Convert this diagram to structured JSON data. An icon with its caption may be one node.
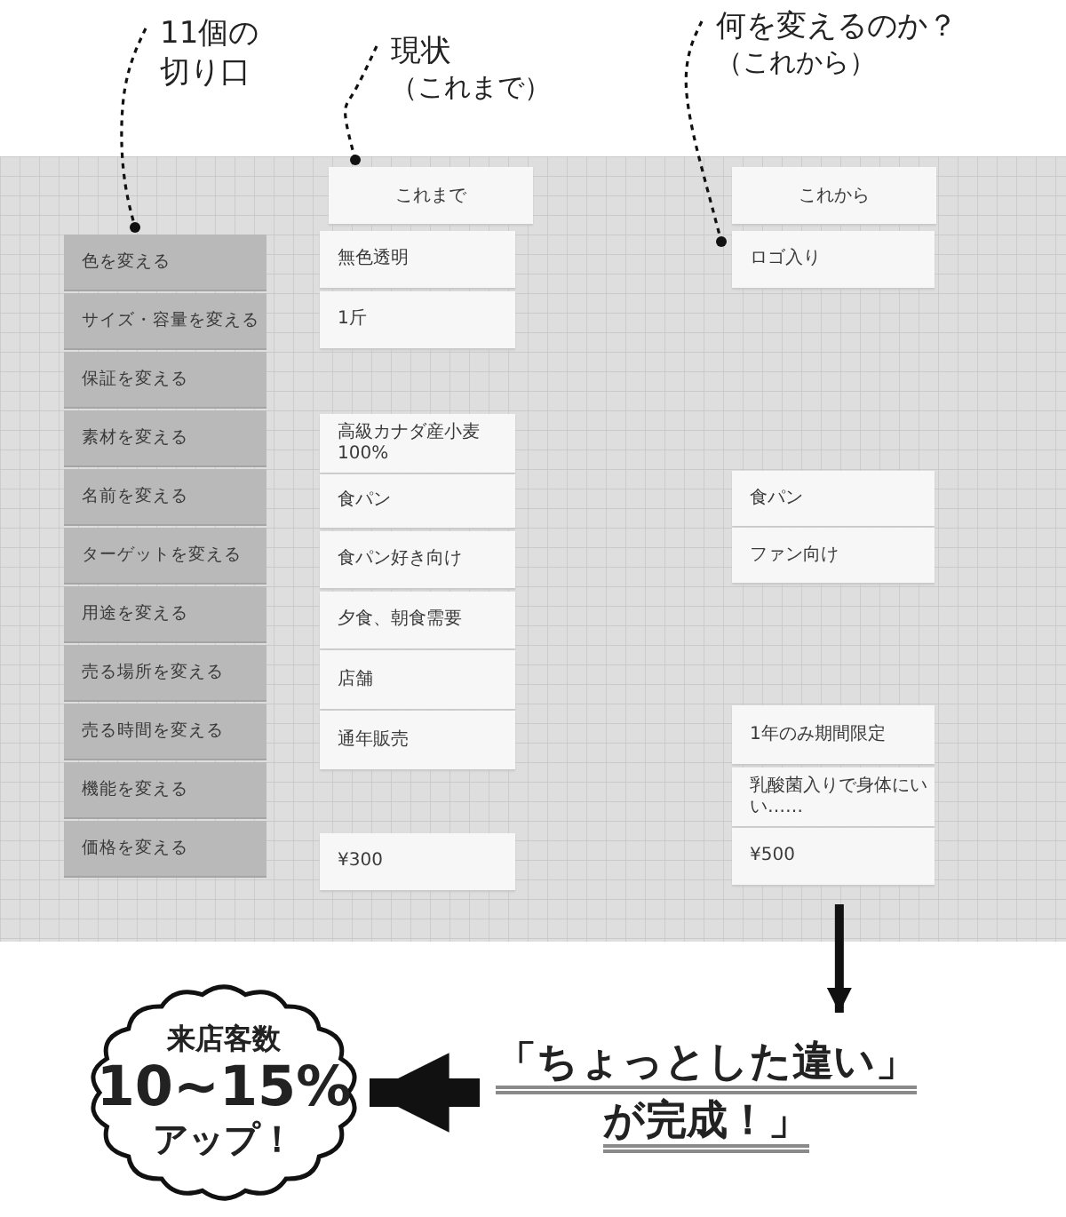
{
  "diagram": {
    "nodes": [
      {
        "text": [
          "11個の切り口"
        ]
      },
      {
        "text": [
          "現状",
          "（これまで）"
        ]
      },
      {
        "text": [
          "何を変えるのか？",
          "（これから）"
        ]
      },
      {
        "text": [
          "これまで"
        ]
      },
      {
        "text": [
          "これから"
        ]
      },
      {
        "text": [
          "色を変える"
        ]
      },
      {
        "text": [
          "サイズ・容量を変える"
        ]
      },
      {
        "text": [
          "保証を変える"
        ]
      },
      {
        "text": [
          "素材を変える"
        ]
      },
      {
        "text": [
          "名前を変える"
        ]
      },
      {
        "text": [
          "ターゲットを変える"
        ]
      },
      {
        "text": [
          "用途を変える"
        ]
      },
      {
        "text": [
          "売る場所を変える"
        ]
      },
      {
        "text": [
          "売る時間を変える"
        ]
      },
      {
        "text": [
          "機能を変える"
        ]
      },
      {
        "text": [
          "価格を変える"
        ]
      },
      {
        "text": [
          "無色透明"
        ]
      },
      {
        "text": [
          "1斤"
        ]
      },
      {
        "text": [
          "高級カナダ産小麦100%"
        ]
      },
      {
        "text": [
          "食パン"
        ]
      },
      {
        "text": [
          "食パン好き向け"
        ]
      },
      {
        "text": [
          "夕食、朝食需要"
        ]
      },
      {
        "text": [
          "店舗"
        ]
      },
      {
        "text": [
          "通年販売"
        ]
      },
      {
        "text": [
          "¥300"
        ]
      },
      {
        "text": [
          "ロゴ入り"
        ]
      },
      {
        "text": [
          "食パン"
        ]
      },
      {
        "text": [
          "ファン向け"
        ]
      },
      {
        "text": [
          "1年のみ期間限定"
        ]
      },
      {
        "text": [
          "乳酸菌入りで身体にいい……"
        ]
      },
      {
        "text": [
          "¥500"
        ]
      },
      {
        "text": [
          "「ちょっとした違い」が完成！」"
        ]
      },
      {
        "text": [
          "来店客数",
          "10~15%",
          "アップ！"
        ]
      }
    ],
    "edges": [
      {
        "from": 0,
        "to": 5,
        "arrow": "other",
        "style": "dashed"
      },
      {
        "from": 1,
        "to": 3,
        "arrow": "other",
        "style": "dashed"
      },
      {
        "from": 2,
        "to": 25,
        "arrow": "other",
        "style": "dashed"
      },
      {
        "from": 30,
        "to": 31,
        "arrow": "to",
        "style": "thick"
      },
      {
        "from": 31,
        "to": 32,
        "arrow": "to",
        "style": "thick"
      }
    ]
  }
}
